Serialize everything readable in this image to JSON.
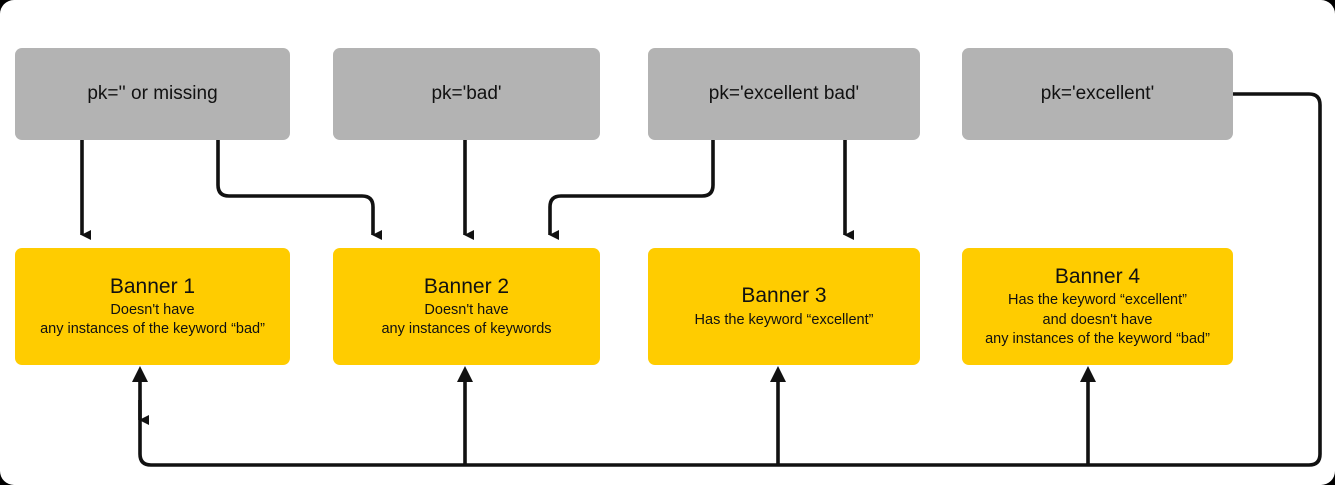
{
  "diagram": {
    "type": "flowchart",
    "colors": {
      "condition_fill": "#b3b3b3",
      "banner_fill": "#ffcc00",
      "arrow": "#111111",
      "page_background": "#ffffff"
    },
    "conditions": [
      {
        "id": "c1",
        "label": "pk='' or missing"
      },
      {
        "id": "c2",
        "label": "pk='bad'"
      },
      {
        "id": "c3",
        "label": "pk='excellent bad'"
      },
      {
        "id": "c4",
        "label": "pk='excellent'"
      }
    ],
    "banners": [
      {
        "id": "b1",
        "title": "Banner 1",
        "lines": [
          "Doesn't have",
          "any instances of the keyword “bad”"
        ]
      },
      {
        "id": "b2",
        "title": "Banner 2",
        "lines": [
          "Doesn't have",
          "any instances of keywords"
        ]
      },
      {
        "id": "b3",
        "title": "Banner 3",
        "lines": [
          "Has the keyword “excellent”"
        ]
      },
      {
        "id": "b4",
        "title": "Banner 4",
        "lines": [
          "Has the keyword “excellent”",
          "and doesn't have",
          "any instances of the keyword “bad”"
        ]
      }
    ],
    "edges": [
      {
        "from": "c1",
        "to": "b1"
      },
      {
        "from": "c1",
        "to": "b2"
      },
      {
        "from": "c2",
        "to": "b2"
      },
      {
        "from": "c3",
        "to": "b2"
      },
      {
        "from": "c3",
        "to": "b3"
      },
      {
        "from": "c4",
        "to": "b1"
      },
      {
        "from": "c4",
        "to": "b2"
      },
      {
        "from": "c4",
        "to": "b3"
      },
      {
        "from": "c4",
        "to": "b4"
      }
    ]
  }
}
